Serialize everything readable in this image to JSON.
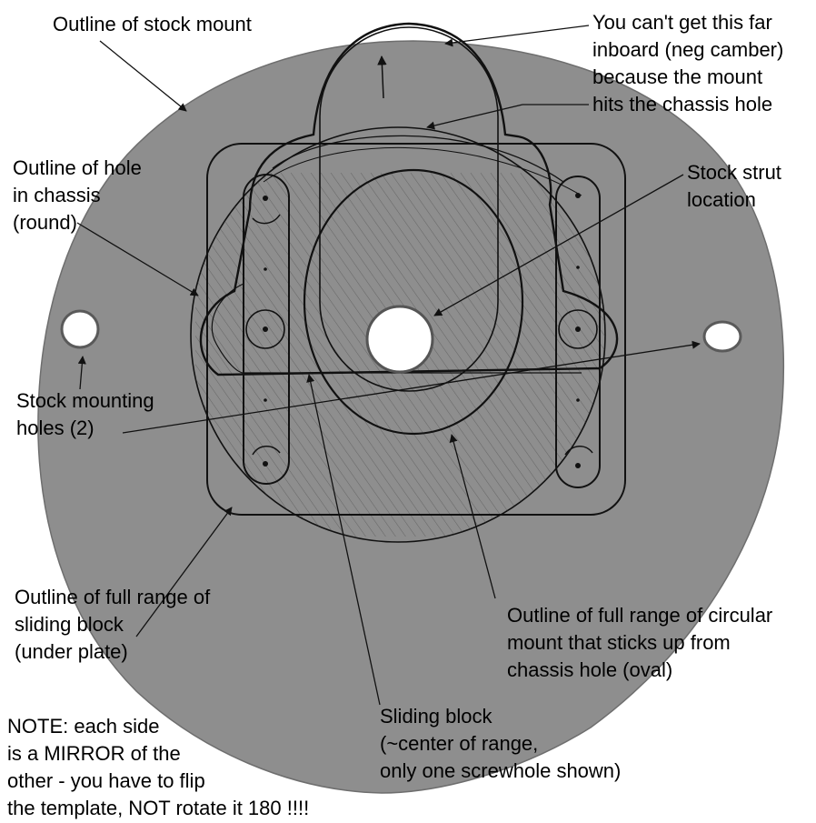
{
  "labels": {
    "stock_mount": "Outline of stock mount",
    "neg_camber": "You can't get this far\ninboard (neg camber)\nbecause the mount\nhits the chassis hole",
    "chassis_hole": "Outline of hole\nin chassis\n(round)",
    "strut": "Stock strut\nlocation",
    "mount_holes": "Stock mounting\nholes (2)",
    "sliding_range": "Outline of full range of\nsliding block\n(under plate)",
    "circular_range": "Outline of full range of circular\nmount that sticks up from\nchassis hole (oval)",
    "sliding_block": "Sliding block\n(~center of range,\nonly one screwhole shown)",
    "note": "NOTE: each side\nis a MIRROR of the\nother - you have to flip\nthe template, NOT rotate it 180 !!!!"
  },
  "colors": {
    "plate": "#8e8e8e",
    "plate_edge": "#6e6e6e",
    "ink": "#111111",
    "hatch": "#3a3a3a",
    "hole": "#ffffff"
  }
}
